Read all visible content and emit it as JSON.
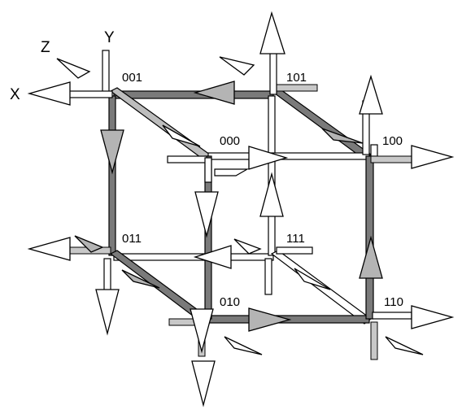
{
  "axes": {
    "x": "X",
    "y": "Y",
    "z": "Z"
  },
  "nodes": {
    "n001": "001",
    "n101": "101",
    "n000": "000",
    "n100": "100",
    "n011": "011",
    "n111": "111",
    "n010": "010",
    "n110": "110"
  },
  "colors": {
    "line": "#000000",
    "fill": "#ffffff",
    "shade": "#b4b4b4",
    "dark": "#7a7a7a"
  }
}
